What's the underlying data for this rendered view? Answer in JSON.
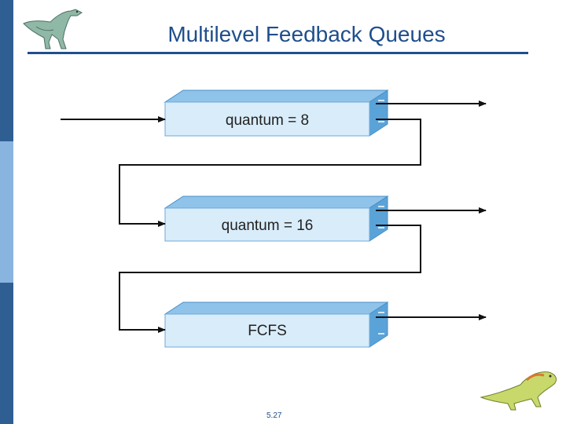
{
  "slide": {
    "title": "Multilevel Feedback Queues",
    "page_number": "5.27"
  },
  "queues": [
    {
      "label": "quantum = 8"
    },
    {
      "label": "quantum = 16"
    },
    {
      "label": "FCFS"
    }
  ],
  "colors": {
    "title": "#1f4e8c",
    "queue_front": "#d9ecfa",
    "queue_top": "#8fc3ea",
    "queue_side": "#5aa3d8",
    "side_bar_dark": "#2f5f92",
    "side_bar_light": "#8ab4e0"
  },
  "icons": {
    "top_left": "dinosaur-mascot-icon",
    "bottom_right": "lizard-mascot-icon"
  }
}
